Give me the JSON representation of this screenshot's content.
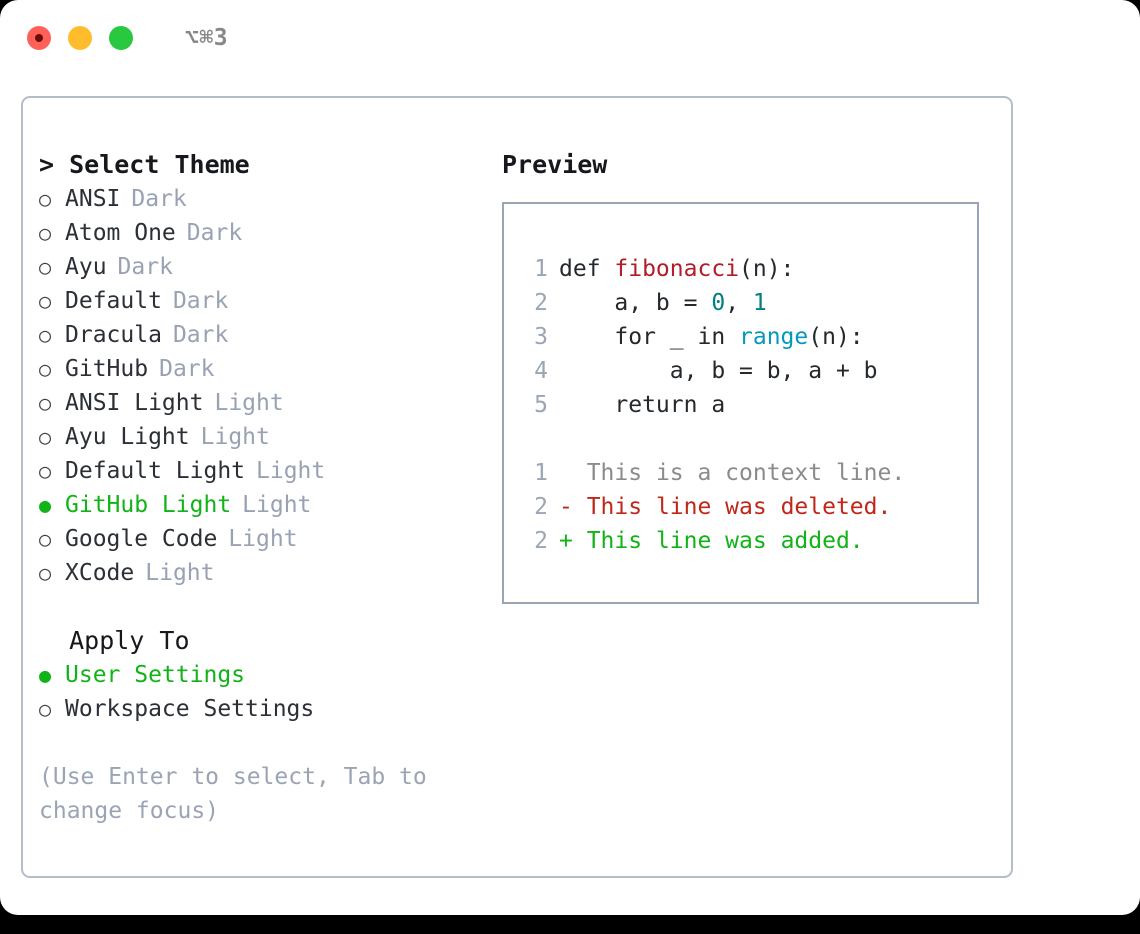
{
  "titlebar": {
    "shortcut": "⌥⌘3",
    "lights": [
      {
        "name": "close",
        "color": "#ff6159"
      },
      {
        "name": "minimize",
        "color": "#ffbd2e"
      },
      {
        "name": "maximize",
        "color": "#28c840"
      }
    ]
  },
  "theme_section": {
    "heading": "> Select Theme",
    "items": [
      {
        "bullet": "○",
        "label": "ANSI",
        "tag": "Dark",
        "selected": false
      },
      {
        "bullet": "○",
        "label": "Atom One",
        "tag": "Dark",
        "selected": false
      },
      {
        "bullet": "○",
        "label": "Ayu",
        "tag": "Dark",
        "selected": false
      },
      {
        "bullet": "○",
        "label": "Default",
        "tag": "Dark",
        "selected": false
      },
      {
        "bullet": "○",
        "label": "Dracula",
        "tag": "Dark",
        "selected": false
      },
      {
        "bullet": "○",
        "label": "GitHub",
        "tag": "Dark",
        "selected": false
      },
      {
        "bullet": "○",
        "label": "ANSI Light",
        "tag": "Light",
        "selected": false
      },
      {
        "bullet": "○",
        "label": "Ayu Light",
        "tag": "Light",
        "selected": false
      },
      {
        "bullet": "○",
        "label": "Default Light",
        "tag": "Light",
        "selected": false
      },
      {
        "bullet": "●",
        "label": "GitHub Light",
        "tag": "Light",
        "selected": true
      },
      {
        "bullet": "○",
        "label": "Google Code",
        "tag": "Light",
        "selected": false
      },
      {
        "bullet": "○",
        "label": "XCode",
        "tag": "Light",
        "selected": false
      }
    ]
  },
  "apply_section": {
    "heading": "  Apply To",
    "items": [
      {
        "bullet": "●",
        "label": "User Settings",
        "selected": true
      },
      {
        "bullet": "○",
        "label": "Workspace Settings",
        "selected": false
      }
    ]
  },
  "hint": "(Use Enter to select, Tab to change focus)",
  "preview": {
    "title": "Preview",
    "code_lines": [
      {
        "no": "1",
        "segments": [
          {
            "text": "def ",
            "kind": "plain"
          },
          {
            "text": "fibonacci",
            "kind": "fn"
          },
          {
            "text": "(n):",
            "kind": "plain"
          }
        ]
      },
      {
        "no": "2",
        "segments": [
          {
            "text": "    a, b = ",
            "kind": "plain"
          },
          {
            "text": "0",
            "kind": "num"
          },
          {
            "text": ", ",
            "kind": "plain"
          },
          {
            "text": "1",
            "kind": "num"
          }
        ]
      },
      {
        "no": "3",
        "segments": [
          {
            "text": "    for _ in ",
            "kind": "plain"
          },
          {
            "text": "range",
            "kind": "call"
          },
          {
            "text": "(n):",
            "kind": "plain"
          }
        ]
      },
      {
        "no": "4",
        "segments": [
          {
            "text": "        a, b = b, a + b",
            "kind": "plain"
          }
        ]
      },
      {
        "no": "5",
        "segments": [
          {
            "text": "    return a",
            "kind": "plain"
          }
        ]
      }
    ],
    "diff_lines": [
      {
        "no": "1",
        "marker": "  ",
        "text": "This is a context line.",
        "kind": "ctx"
      },
      {
        "no": "2",
        "marker": "- ",
        "text": "This line was deleted.",
        "kind": "del"
      },
      {
        "no": "2",
        "marker": "+ ",
        "text": "This line was added.",
        "kind": "add"
      }
    ]
  },
  "colors": {
    "accent_green": "#12b317",
    "tag_gray": "#98a2b3",
    "border": "#b5bdc9",
    "preview_border": "#9aa5b5",
    "fn_red": "#b31d28",
    "num_teal": "#007f80",
    "call_blue": "#0598bc",
    "diff_del": "#c0271a",
    "diff_add": "#12b317"
  }
}
